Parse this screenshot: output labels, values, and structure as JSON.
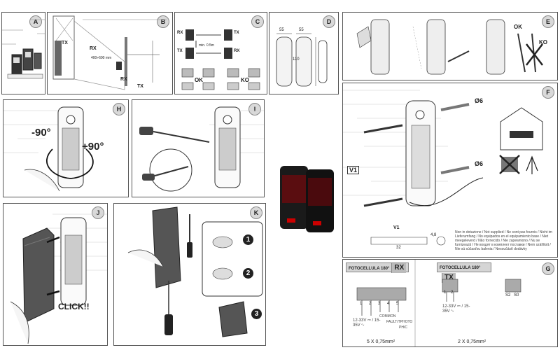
{
  "panels": {
    "A": "A",
    "B": "B",
    "C": "C",
    "D": "D",
    "E": "E",
    "F": "F",
    "G": "G",
    "H": "H",
    "I": "I",
    "J": "J",
    "K": "K"
  },
  "panel_b": {
    "tx": "TX",
    "rx": "RX",
    "range": "400÷600 mm"
  },
  "panel_c": {
    "min": "min. 0.5m",
    "ok": "OK",
    "ko": "KO",
    "rx": "RX",
    "tx": "TX"
  },
  "panel_d": {
    "w1": "55",
    "w2": "55",
    "h": "110"
  },
  "panel_e": {
    "ok": "OK",
    "ko": "KO"
  },
  "panel_f": {
    "d1": "Ø6",
    "d2": "Ø6",
    "v1": "V1",
    "v1_detail": "V1",
    "len": "32",
    "dia": "4,8",
    "note": "Non in dotazione / Not supplied / Ne sont pas fournis / Nicht im Lieferumfang / No equipados en el equipamiento base / Niet meegeleverd / Não fornecido / Nie zapewniono / Nu se furnizează / Не входят в комплект поставки / Nem szállított / Nie sú súčasťou balenia / Nesoučástí dodávky"
  },
  "panel_g": {
    "rx_title": "FOTOCELLULA 180°",
    "rx_tag": "RX",
    "tx_title": "FOTOCELLULA 180°",
    "tx_tag": "TX",
    "terminals_rx": [
      "1",
      "2",
      "3",
      "4",
      "5"
    ],
    "rx_labels": [
      "COMMON",
      "FAULT/TPHOTO",
      "PH/C"
    ],
    "voltage_rx": "12-33V ⎓ / 15-35V ∿",
    "voltage_tx": "12-33V ⎓ / 15-35V ∿",
    "terminals_tx": [
      "1",
      "2"
    ],
    "terminals_tx2": [
      "S2",
      "S0"
    ],
    "cable_rx": "5 X 0,75mm²",
    "cable_tx": "2 X 0,75mm²"
  },
  "panel_h": {
    "minus": "-90°",
    "plus": "+90°"
  },
  "panel_j": {
    "click": "CLICK!!"
  },
  "panel_k": {
    "steps": [
      "1",
      "2",
      "3"
    ]
  }
}
